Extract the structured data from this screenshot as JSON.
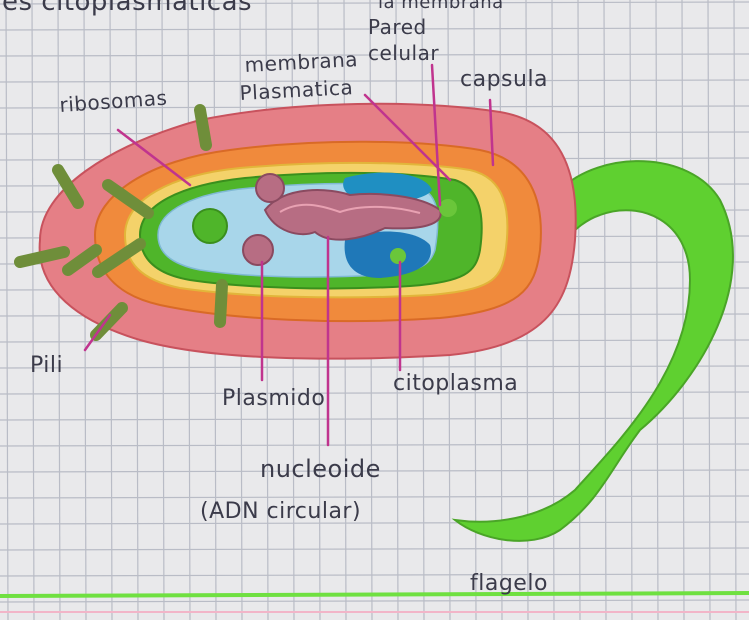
{
  "title_fragment": "es citoplasmaticas",
  "title_fragment_right": "la membrana",
  "labels": {
    "ribosomas": "ribosomas",
    "membrana_line1": "membrana",
    "membrana_line2": "Plasmatica",
    "pared_line1": "Pared",
    "pared_line2": "celular",
    "capsula": "capsula",
    "pili": "Pili",
    "plasmido": "Plasmido",
    "citoplasma": "citoplasma",
    "nucleoide_line1": "nucleoide",
    "nucleoide_line2": "(ADN circular)",
    "flagelo": "flagelo"
  },
  "colors": {
    "paper": "#e9e9eb",
    "grid": "#b9bcc6",
    "capsula": "#e57f86",
    "pared": "#f08a3c",
    "membrana": "#f4d26a",
    "citoplasma_green": "#4fb52a",
    "interior": "#a8d6ea",
    "nucleoide": "#b76d83",
    "blue_region": "#1f8fc2",
    "flagelo": "#5fd030",
    "pili": "#6f8e3a",
    "pointer": "#c0348e",
    "ink": "#3b3b4a"
  }
}
